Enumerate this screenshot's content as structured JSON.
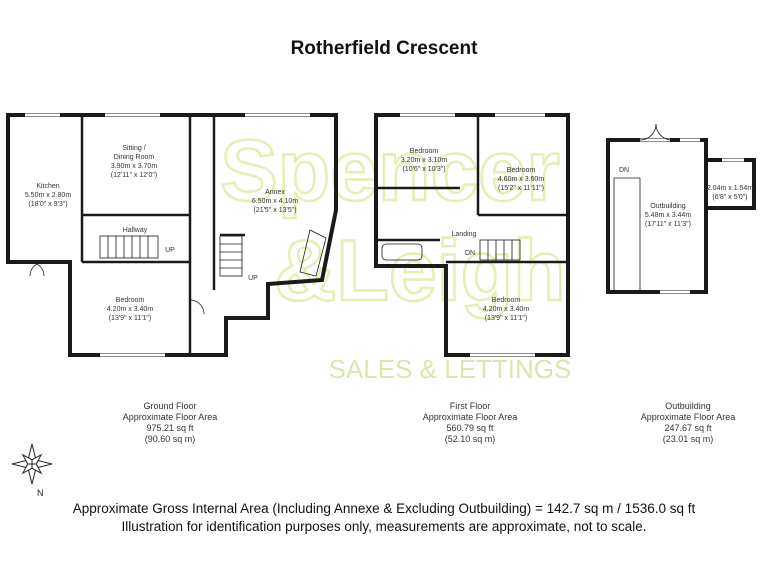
{
  "title": "Rotherfield Crescent",
  "watermark": {
    "brand_line1": "Spencer",
    "brand_line2": "&Leigh",
    "tagline": "SALES & LETTINGS",
    "color": "#d8ea8a",
    "tagline_color": "#b2d36a"
  },
  "colors": {
    "wall": "#1a1a1a",
    "window": "#ffffff",
    "text": "#333333"
  },
  "floors": {
    "ground": {
      "summary": {
        "name": "Ground Floor",
        "label": "Approximate Floor Area",
        "sqft": "975.21 sq ft",
        "sqm": "(90.60 sq m)"
      },
      "rooms": [
        {
          "id": "kitchen",
          "lines": [
            "Kitchen",
            "5.50m x 2.80m",
            "(18'0\" x 9'3\")"
          ]
        },
        {
          "id": "sitting",
          "lines": [
            "Sitting /",
            "Dining Room",
            "3.90m x 3.70m",
            "(12'11\" x 12'0\")"
          ]
        },
        {
          "id": "annex",
          "lines": [
            "Annex",
            "6.50m x 4.10m",
            "(21'5\" x 13'5\")"
          ]
        },
        {
          "id": "hallway",
          "lines": [
            "Hallway"
          ]
        },
        {
          "id": "bedroom",
          "lines": [
            "Bedroom",
            "4.20m x 3.40m",
            "(13'9\" x 11'1\")"
          ]
        }
      ],
      "markers": [
        "UP",
        "UP"
      ]
    },
    "first": {
      "summary": {
        "name": "First Floor",
        "label": "Approximate Floor Area",
        "sqft": "560.79 sq ft",
        "sqm": "(52.10 sq m)"
      },
      "rooms": [
        {
          "id": "bedroom1",
          "lines": [
            "Bedroom",
            "3.20m x 3.10m",
            "(10'6\" x 10'3\")"
          ]
        },
        {
          "id": "bedroom2",
          "lines": [
            "Bedroom",
            "4.60m x 3.60m",
            "(15'2\" x 11'11\")"
          ]
        },
        {
          "id": "landing",
          "lines": [
            "Landing"
          ]
        },
        {
          "id": "bedroom3",
          "lines": [
            "Bedroom",
            "4.20m x 3.40m",
            "(13'9\" x 11'1\")"
          ]
        }
      ],
      "markers": [
        "DN"
      ]
    },
    "outbuilding": {
      "summary": {
        "name": "Outbuilding",
        "label": "Approximate Floor Area",
        "sqft": "247.67 sq ft",
        "sqm": "(23.01 sq m)"
      },
      "rooms": [
        {
          "id": "outbuilding-main",
          "lines": [
            "Outbuilding",
            "5.48m x 3.44m",
            "(17'11\" x 11'3\")"
          ]
        },
        {
          "id": "store",
          "lines": [
            "2.04m x 1.54m",
            "(6'8\" x 5'0\")"
          ]
        }
      ],
      "markers": [
        "DN"
      ]
    }
  },
  "compass_label": "N",
  "footer": {
    "line1": "Approximate Gross Internal Area (Including Annexe & Excluding Outbuilding) = 142.7 sq m / 1536.0 sq ft",
    "line2": "Illustration for identification purposes only, measurements are approximate, not to scale."
  }
}
